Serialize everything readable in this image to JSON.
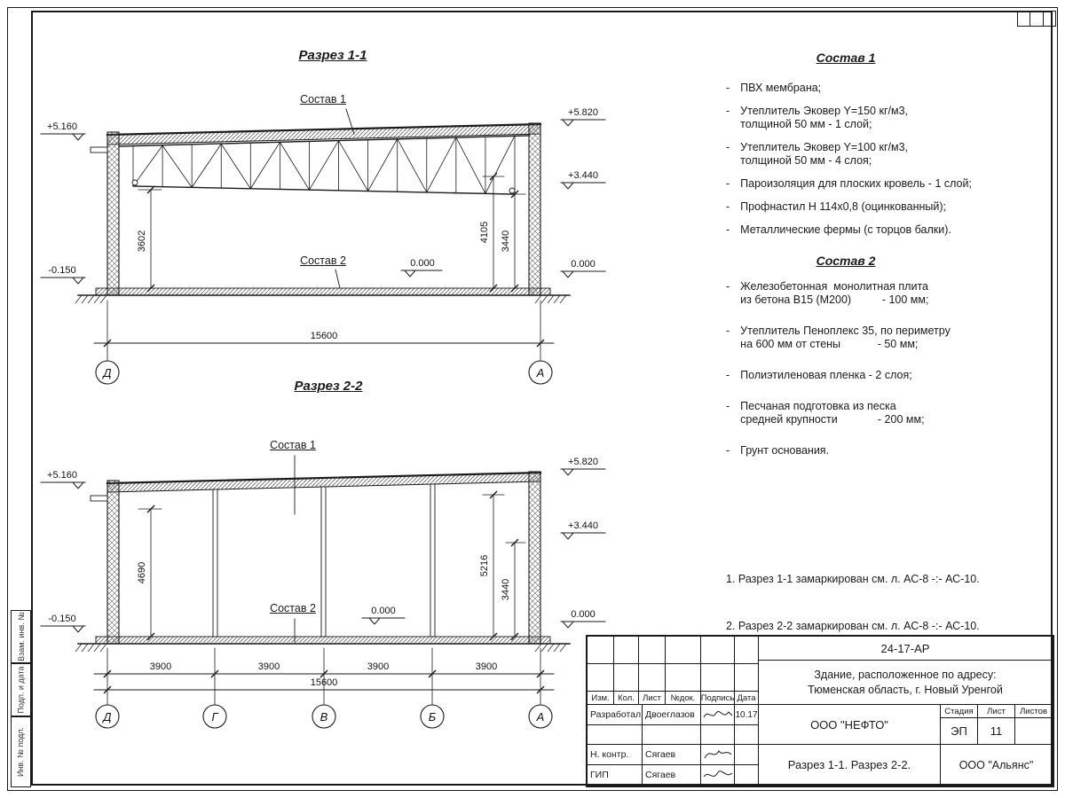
{
  "bullet": "-",
  "frame": {
    "left_labels": [
      "Взам. инв. №",
      "Подп. и дата",
      "Инв. № подл."
    ]
  },
  "sec1": {
    "title": "Разрез 1-1",
    "sostav1_label": "Состав 1",
    "sostav2_label": "Состав 2",
    "elev": {
      "left_top": "+5.160",
      "left_bot": "-0.150",
      "mid_zero": "0.000",
      "right_top": "+5.820",
      "right_mid": "+3.440",
      "right_zero": "0.000"
    },
    "dim_left": "3602",
    "dim_mid": "4105",
    "dim_right": "3440",
    "dim_total": "15600",
    "axis_left": "Д",
    "axis_right": "А"
  },
  "sec2": {
    "title": "Разрез 2-2",
    "sostav1_label": "Состав 1",
    "sostav2_label": "Состав 2",
    "elev": {
      "left_top": "+5.160",
      "left_bot": "-0.150",
      "mid_zero": "0.000",
      "right_top": "+5.820",
      "right_mid": "+3.440",
      "right_zero": "0.000"
    },
    "dim_left": "4690",
    "dim_mid": "5216",
    "dim_right": "3440",
    "dim_total": "15600",
    "bays": [
      "3900",
      "3900",
      "3900",
      "3900"
    ],
    "axes": [
      "Д",
      "Г",
      "В",
      "Б",
      "А"
    ]
  },
  "sostav1": {
    "title": "Состав 1",
    "items": [
      "ПВХ мембрана;",
      "Утеплитель Эковер Y=150 кг/м3,\nтолщиной 50 мм - 1 слой;",
      "Утеплитель Эковер Y=100 кг/м3,\nтолщиной 50 мм - 4 слоя;",
      "Пароизоляция для плоских кровель - 1 слой;",
      "Профнастил Н 114х0,8 (оцинкованный);",
      "Металлические фермы (с торцов балки)."
    ]
  },
  "sostav2": {
    "title": "Состав 2",
    "items": [
      "Железобетонная  монолитная плита\nиз бетона В15 (М200)          - 100 мм;",
      "Утеплитель Пеноплекс 35, по периметру\nна 600 мм от стены            - 50 мм;",
      "Полиэтиленовая пленка - 2 слоя;",
      "Песчаная подготовка из песка\nсредней крупности             - 200 мм;",
      "Грунт основания."
    ]
  },
  "notes": [
    "1. Разрез 1-1 замаркирован см. л. АС-8 -:- АС-10.",
    "2. Разрез 2-2 замаркирован см. л. АС-8 -:- АС-10."
  ],
  "titleblock": {
    "doc_code": "24-17-АР",
    "object_name": "Здание, расположенное по адресу:\nТюменская область, г. Новый Уренгой",
    "col_izm": "Изм.",
    "col_kol": "Кол.",
    "col_list": "Лист",
    "col_ndok": "№док.",
    "col_podpis": "Подпись",
    "col_data": "Дата",
    "row1_role": "Разработал",
    "row1_name": "Двоеглазов",
    "row1_date": "10.17",
    "row2_role": "Н. контр.",
    "row2_name": "Сягаев",
    "row3_role": "ГИП",
    "row3_name": "Сягаев",
    "company": "ООО \"НЕФТО\"",
    "stage_label": "Стадия",
    "sheet_label": "Лист",
    "sheets_label": "Листов",
    "stage": "ЭП",
    "sheet_num": "11",
    "sheet_title": "Разрез 1-1. Разрез 2-2.",
    "contractor": "ООО \"Альянс\""
  }
}
